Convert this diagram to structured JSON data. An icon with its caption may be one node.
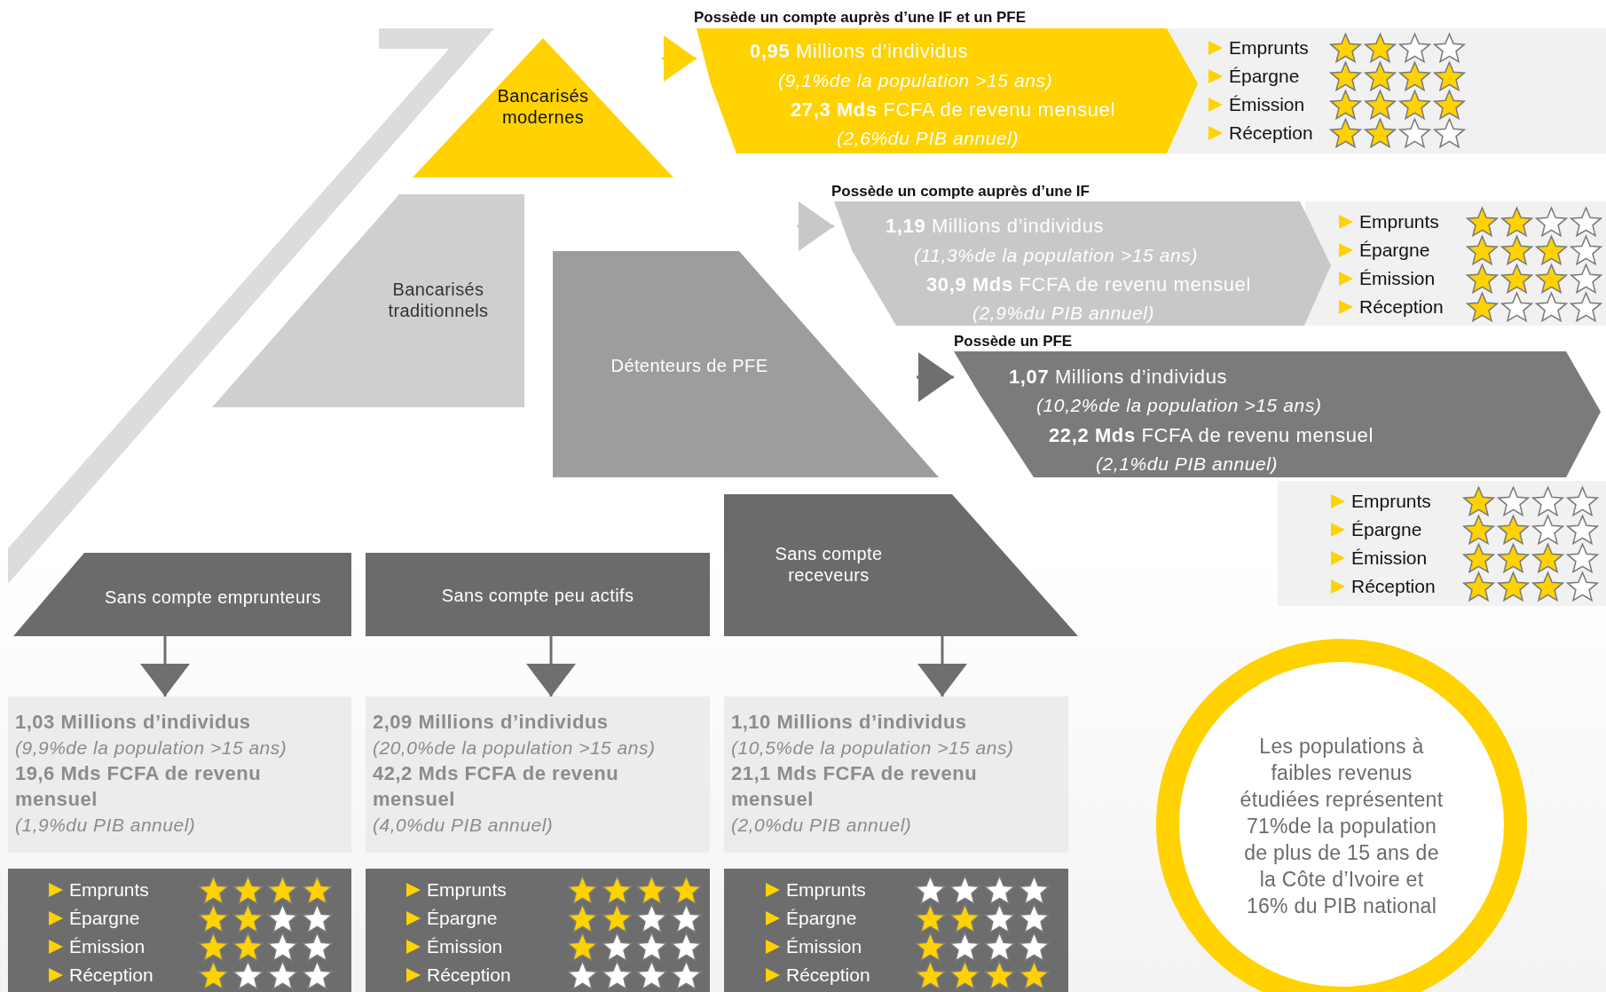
{
  "diagram": {
    "nodes": [
      {
        "text": [
          "Bancarisés modernes"
        ]
      },
      {
        "text": [
          "Possède un compte auprès d’une IF et un PFE",
          "**0,95** Millions d’individus",
          "(9,1%de la population >15 ans)",
          "**27,3 Mds** FCFA de revenu mensuel",
          "(2,6%du PIB annuel)"
        ]
      },
      {
        "text": [
          "Emprunts",
          "Épargne",
          "Émission",
          "Réception"
        ]
      },
      {
        "text": [
          "Bancarisés traditionnels"
        ]
      },
      {
        "text": [
          "Possède un compte auprès d’une IF",
          "**1,19** Millions d’individus",
          "(11,3%de la population >15 ans)",
          "**30,9 Mds** FCFA de revenu mensuel",
          "(2,9%du PIB annuel)"
        ]
      },
      {
        "text": [
          "Emprunts",
          "Épargne",
          "Émission",
          "Réception"
        ]
      },
      {
        "text": [
          "Détenteurs de PFE"
        ]
      },
      {
        "text": [
          "Possède un PFE",
          "**1,07** Millions d’individus",
          "(10,2%de la population >15 ans)",
          "**22,2 Mds** FCFA de revenu mensuel",
          "(2,1%du PIB annuel)"
        ]
      },
      {
        "text": [
          "Emprunts",
          "Épargne",
          "Émission",
          "Réception"
        ]
      },
      {
        "text": [
          "Sans compte emprunteurs"
        ]
      },
      {
        "text": [
          "Sans compte peu actifs"
        ]
      },
      {
        "text": [
          "Sans compte receveurs"
        ]
      },
      {
        "text": [
          "**1,03** Millions d’individus",
          "(9,9%de la population >15 ans)",
          "**19,6 Mds** FCFA de revenu mensuel",
          "(1,9%du PIB annuel)"
        ]
      },
      {
        "text": [
          "**2,09** Millions d’individus",
          "(20,0%de la population >15 ans)",
          "**42,2 Mds** FCFA de revenu mensuel",
          "(4,0%du PIB annuel)"
        ]
      },
      {
        "text": [
          "**1,10** Millions d’individus",
          "(10,5%de la population >15 ans)",
          "**21,1 Mds** FCFA de revenu mensuel",
          "(2,0%du PIB annuel)"
        ]
      },
      {
        "text": [
          "Emprunts",
          "Épargne",
          "Émission",
          "Réception"
        ]
      },
      {
        "text": [
          "Emprunts",
          "Épargne",
          "Émission",
          "Réception"
        ]
      },
      {
        "text": [
          "Emprunts",
          "Épargne",
          "Émission",
          "Réception"
        ]
      },
      {
        "text": [
          "Les populations à faibles revenus étudiées représentent 71%de la population de plus de 15 ans de la Côte d’Ivoire et 16% du PIB national"
        ]
      }
    ],
    "edges": [
      {
        "from": null,
        "to": 1,
        "arrow": "to",
        "color": "#ffd200"
      },
      {
        "from": null,
        "to": 4,
        "arrow": "to",
        "color": "#c8c8c8"
      },
      {
        "from": null,
        "to": 7,
        "arrow": "to"
      },
      {
        "from": 9,
        "to": 12,
        "arrow": "to"
      },
      {
        "from": 10,
        "to": 13,
        "arrow": "to"
      },
      {
        "from": 11,
        "to": 14,
        "arrow": "to"
      }
    ]
  }
}
